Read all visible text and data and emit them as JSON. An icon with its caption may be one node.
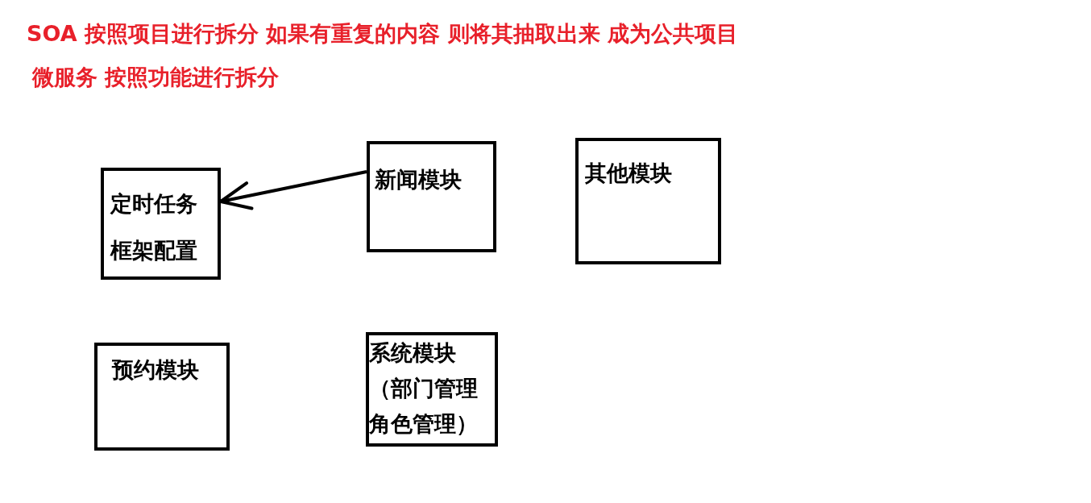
{
  "diagram": {
    "title": "SOA 按照项目进行拆分 如果有重复的内容 则将其抽取出来 成为公共项目",
    "nodes": [
      {
        "text": [
          "定时任务框架配置"
        ]
      },
      {
        "text": [
          "新闻模块"
        ]
      },
      {
        "text": [
          "其他模块"
        ]
      },
      {
        "text": [
          "预约模块"
        ]
      },
      {
        "text": [
          "系统模块（部门管理角色管理）"
        ]
      }
    ],
    "edges": [
      {
        "from": 1,
        "to": 0,
        "arrow": "to"
      }
    ],
    "labels": [
      "微服务 按照功能进行拆分"
    ]
  }
}
